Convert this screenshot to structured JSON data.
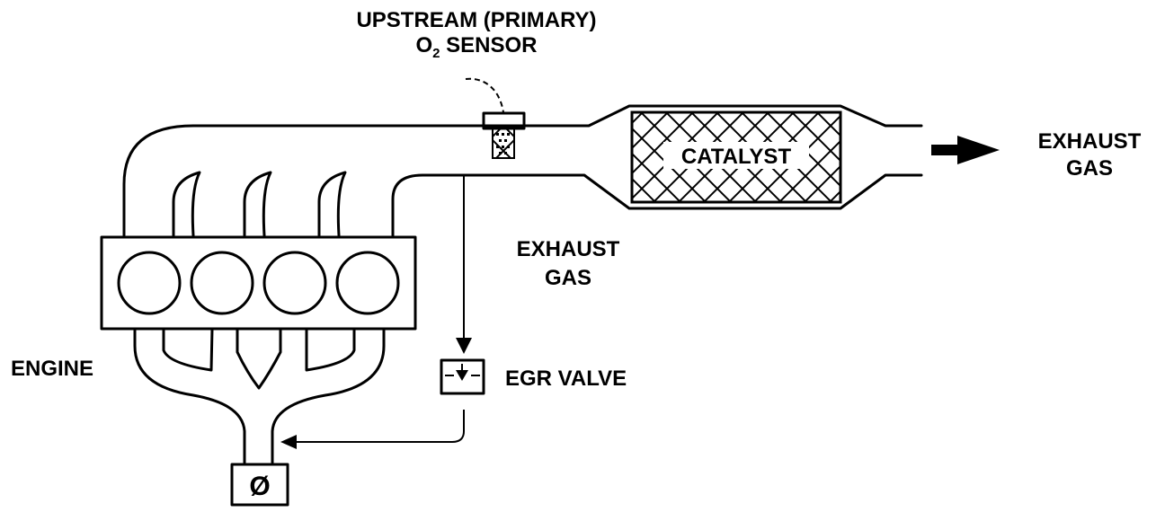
{
  "labels": {
    "sensor_line1": "UPSTREAM (PRIMARY)",
    "sensor_line2_o": "O",
    "sensor_line2_sub": "2",
    "sensor_line2_rest": " SENSOR",
    "catalyst": "CATALYST",
    "exhaust_right_line1": "EXHAUST",
    "exhaust_right_line2": "GAS",
    "exhaust_mid_line1": "EXHAUST",
    "exhaust_mid_line2": "GAS",
    "engine": "ENGINE",
    "egr_valve": "EGR VALVE",
    "throttle_symbol": "Ø"
  },
  "colors": {
    "ink": "#000000",
    "paper": "#ffffff"
  }
}
